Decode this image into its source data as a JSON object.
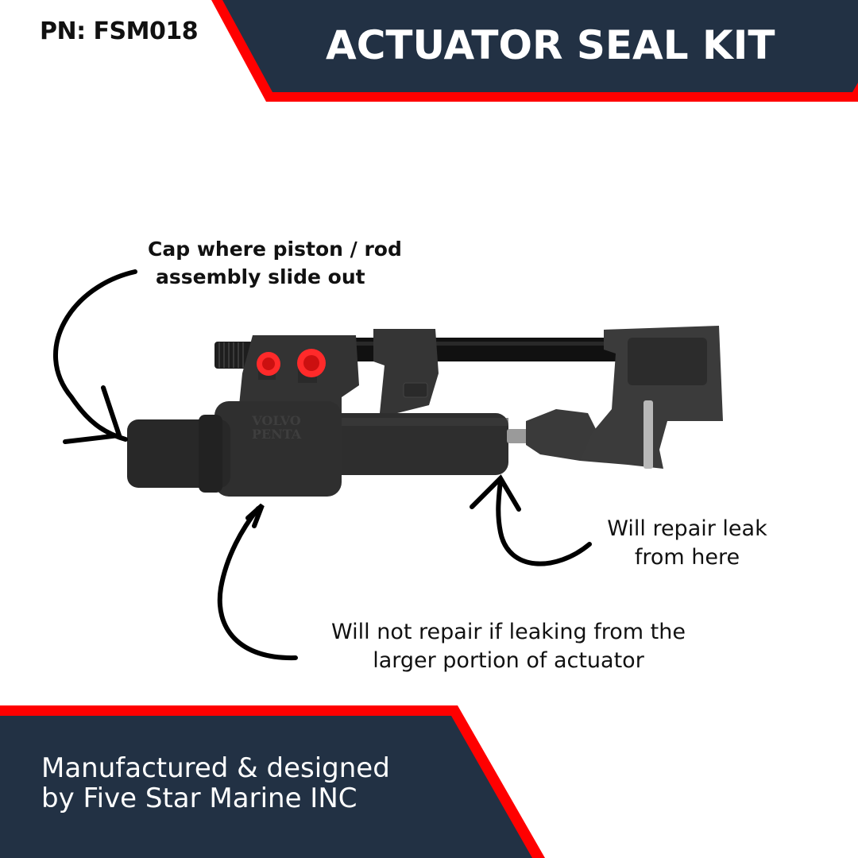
{
  "header": {
    "part_number": "PN: FSM018",
    "title": "ACTUATOR SEAL KIT"
  },
  "product": {
    "name": "Volvo Penta steering actuator",
    "casting_text_line1": "VOLVO",
    "casting_text_line2": "PENTA"
  },
  "callouts": [
    {
      "id": "cap",
      "lines": [
        "Cap where piston / rod",
        "assembly slide out"
      ]
    },
    {
      "id": "repair",
      "lines": [
        "Will repair leak",
        "from here"
      ]
    },
    {
      "id": "no-repair",
      "lines": [
        "Will not repair if leaking from the",
        "larger portion of actuator"
      ]
    }
  ],
  "footer": {
    "lines": [
      "Manufactured & designed",
      "by Five Star Marine INC"
    ]
  },
  "colors": {
    "navy": "#223144",
    "red": "#ff0000",
    "actuator_body": "#3a3a3a",
    "cap_red": "#ff2a2a"
  }
}
